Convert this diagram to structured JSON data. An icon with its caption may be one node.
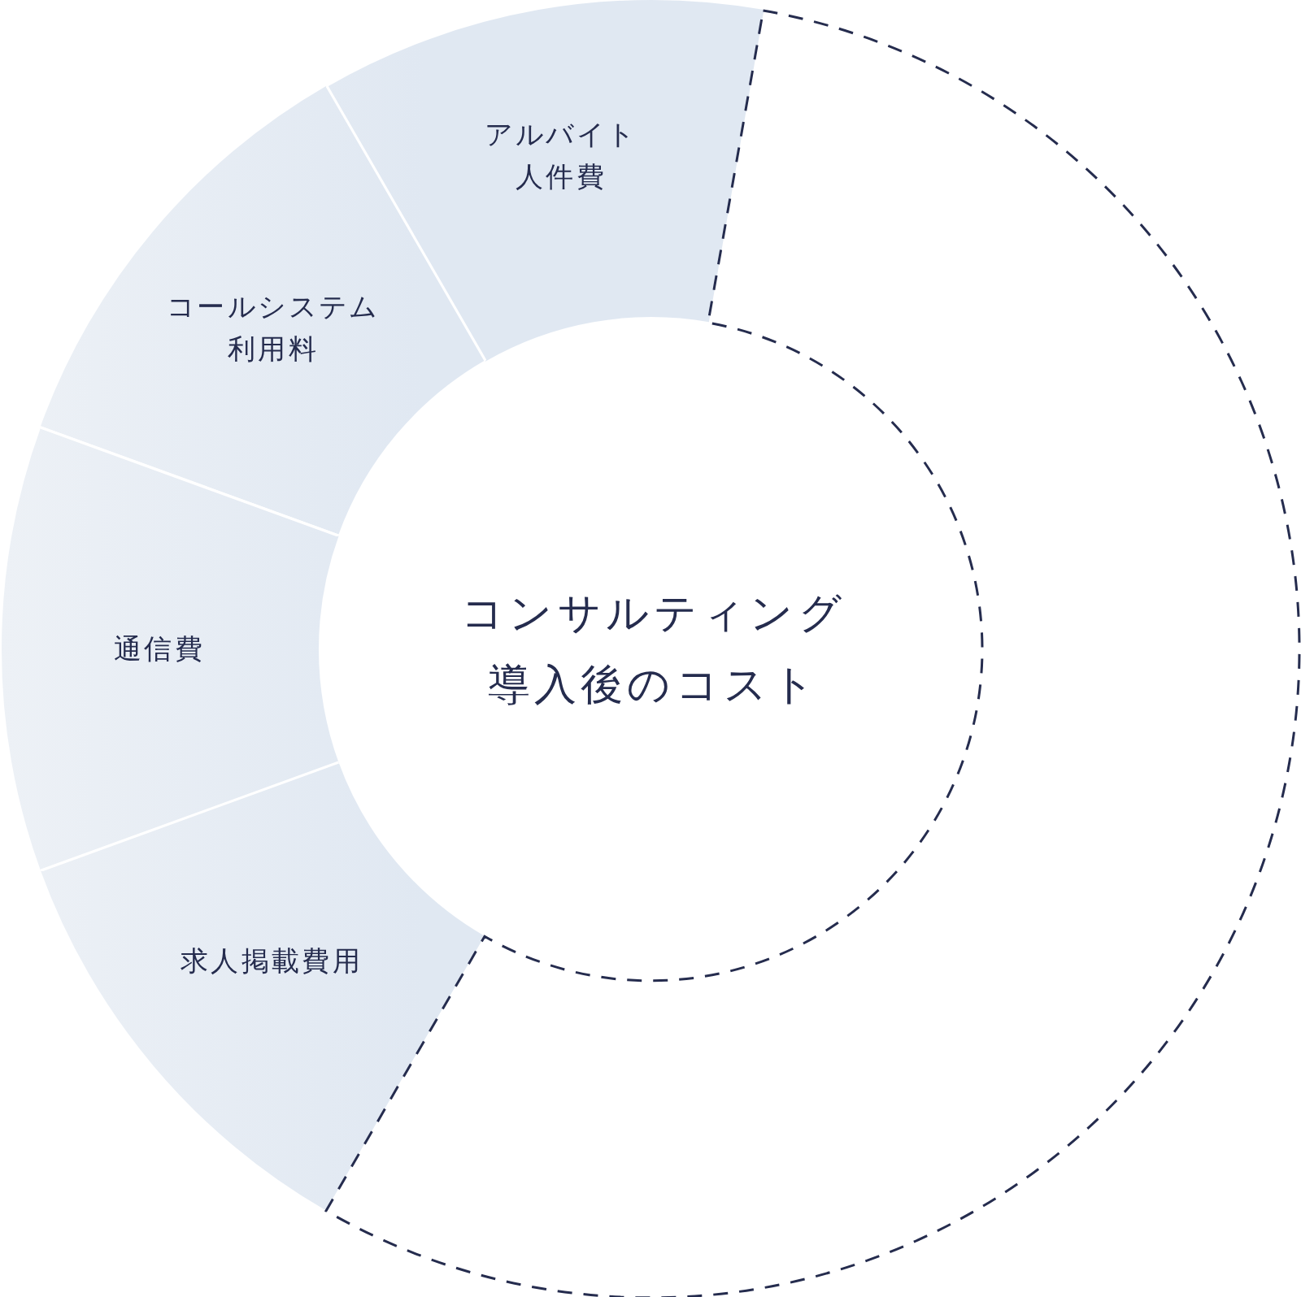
{
  "diagram": {
    "title": "コンサルティング導入後のコスト",
    "nodes": [
      {
        "text": [
          "アルバイト人件費"
        ]
      },
      {
        "text": [
          "コールシステム利用料"
        ]
      },
      {
        "text": [
          "通信費"
        ]
      },
      {
        "text": [
          "求人掲載費用"
        ]
      },
      {
        "text": [],
        "shape": "band"
      }
    ]
  }
}
